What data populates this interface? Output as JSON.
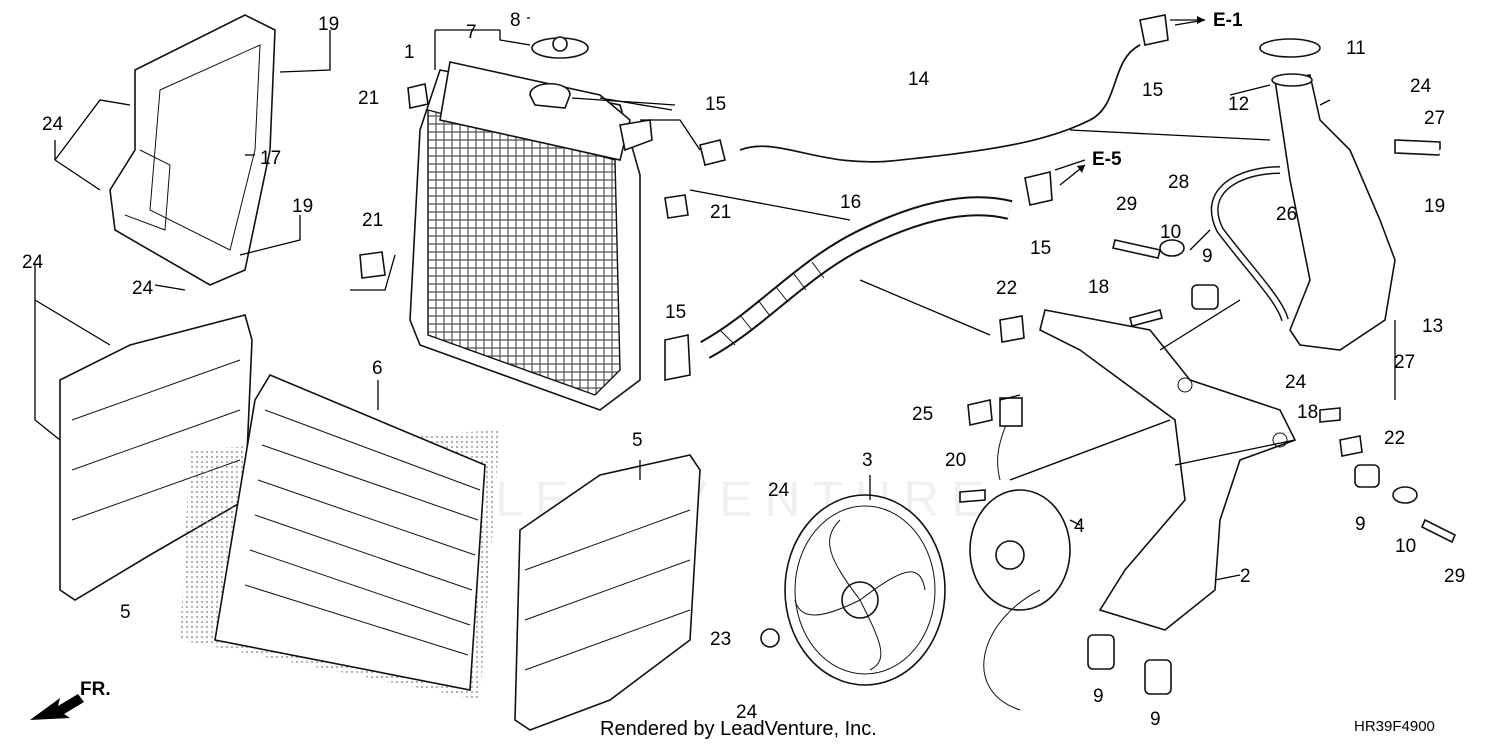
{
  "callouts": [
    "1",
    "2",
    "3",
    "4",
    "5",
    "5",
    "6",
    "7",
    "8",
    "9",
    "9",
    "9",
    "9",
    "10",
    "10",
    "11",
    "12",
    "13",
    "14",
    "15",
    "15",
    "15",
    "15",
    "16",
    "17",
    "18",
    "18",
    "19",
    "19",
    "19",
    "20",
    "21",
    "21",
    "21",
    "22",
    "22",
    "23",
    "24",
    "24",
    "24",
    "24",
    "24",
    "24",
    "24",
    "25",
    "26",
    "27",
    "27",
    "28",
    "29",
    "29"
  ],
  "refs": {
    "e1": "E-1",
    "e5": "E-5"
  },
  "front_arrow": "FR.",
  "footer": "Rendered by LeadVenture, Inc.",
  "diagram_code": "HR39F4900",
  "watermark": "LEADVENTURE",
  "colors": {
    "ink": "#000000",
    "background": "#ffffff"
  }
}
